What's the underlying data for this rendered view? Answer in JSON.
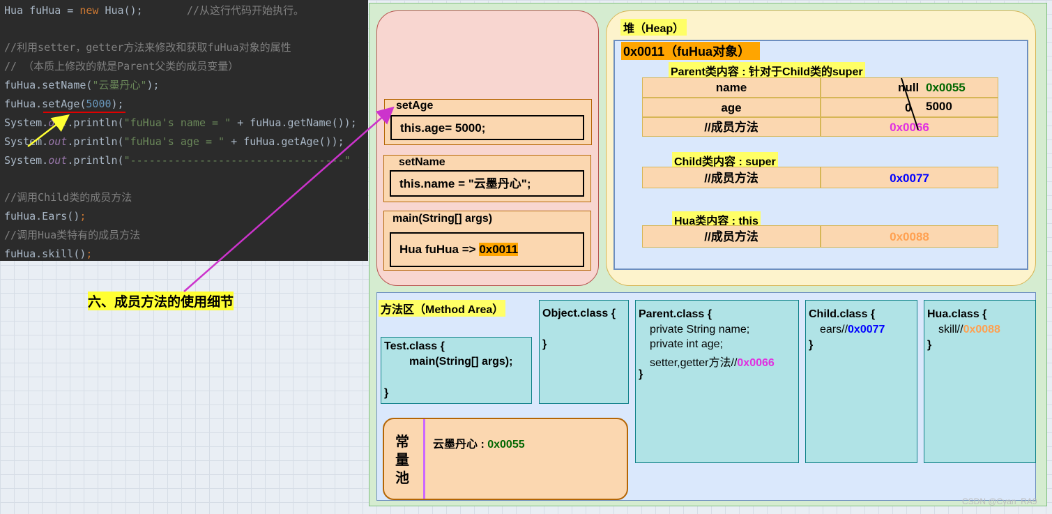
{
  "code": {
    "line1_a": "Hua fuHua = ",
    "line1_kw": "new",
    "line1_b": " Hua();",
    "line1_cm": "       //从这行代码开始执行。",
    "line2": "//利用setter，getter方法来修改和获取fuHua对象的属性",
    "line3": "// （本质上修改的就是Parent父类的成员变量）",
    "line4_a": "fuHua.setName(",
    "line4_s": "\"云墨丹心\"",
    "line4_b": ");",
    "line5_a": "fuHua.setAge(",
    "line5_n": "5000",
    "line5_b": ");",
    "line6_a": "System.",
    "line6_i": "out",
    "line6_b": ".println(",
    "line6_s": "\"fuHua's name = \"",
    "line6_c": " + fuHua.getName());",
    "line7_a": "System.",
    "line7_i": "out",
    "line7_b": ".println(",
    "line7_s": "\"fuHua's age = \"",
    "line7_c": " + fuHua.getAge());",
    "line8_a": "System.",
    "line8_i": "out",
    "line8_b": ".println(",
    "line8_s": "\"----------------------------------\"",
    "line9": "//调用Child类的成员方法",
    "line10_a": "fuHua.Ears()",
    "line10_b": ";",
    "line11": "//调用Hua类特有的成员方法",
    "line12_a": "fuHua.skill()",
    "line12_b": ";"
  },
  "stack": {
    "setAge_title": "setAge",
    "setAge_body": "this.age= 5000;",
    "setName_title": "setName",
    "setName_body": "this.name = \"云墨丹心\";",
    "main_title": "main(String[] args)",
    "main_body": "Hua fuHua  => ",
    "main_addr": "0x0011"
  },
  "heap": {
    "title": "堆（Heap）",
    "object_title": "0x0011（fuHua对象）",
    "parent_label": "Parent类内容   :   针对于Child类的super",
    "name_label": "name",
    "name_old": "null",
    "name_new": "0x0055",
    "age_label": "age",
    "age_old": "0",
    "age_new": "5000",
    "parent_method_label": "//成员方法",
    "parent_method_addr": "0x0066",
    "child_label": "Child类内容  :  super",
    "child_method_label": "//成员方法",
    "child_method_addr": "0x0077",
    "hua_label": "Hua类内容   :   this",
    "hua_method_label": "//成员方法",
    "hua_method_addr": "0x0088"
  },
  "method_area": {
    "title": "方法区（Method Area）",
    "test_l1": "Test.class {",
    "test_l2": "main(String[] args);",
    "test_l3": "}",
    "object_l1": "Object.class {",
    "object_l2": "}",
    "parent_l1": "Parent.class {",
    "parent_l2": "private String name;",
    "parent_l3": "private int age;",
    "parent_l4": "setter,getter方法//",
    "parent_l4_addr": "0x0066",
    "parent_l5": "}",
    "child_l1": "Child.class {",
    "child_l2": "ears//",
    "child_l2_addr": "0x0077",
    "child_l3": "}",
    "hua_l1": "Hua.class {",
    "hua_l2": "skill//",
    "hua_l2_addr": "0x0088",
    "hua_l3": "}",
    "pool_title_1": "常",
    "pool_title_2": "量",
    "pool_title_3": "池",
    "pool_entry": "云墨丹心 : ",
    "pool_entry_addr": "0x0055"
  },
  "annotation": "六、成员方法的使用细节",
  "watermark": "CSDN @Cyan_RA9",
  "colors": {
    "magenta": "#e030e0",
    "blue": "#0000ff",
    "orange": "#ffa050",
    "green": "#006600",
    "arrow": "#cc33cc",
    "yellow_arrow": "#ffff33"
  }
}
